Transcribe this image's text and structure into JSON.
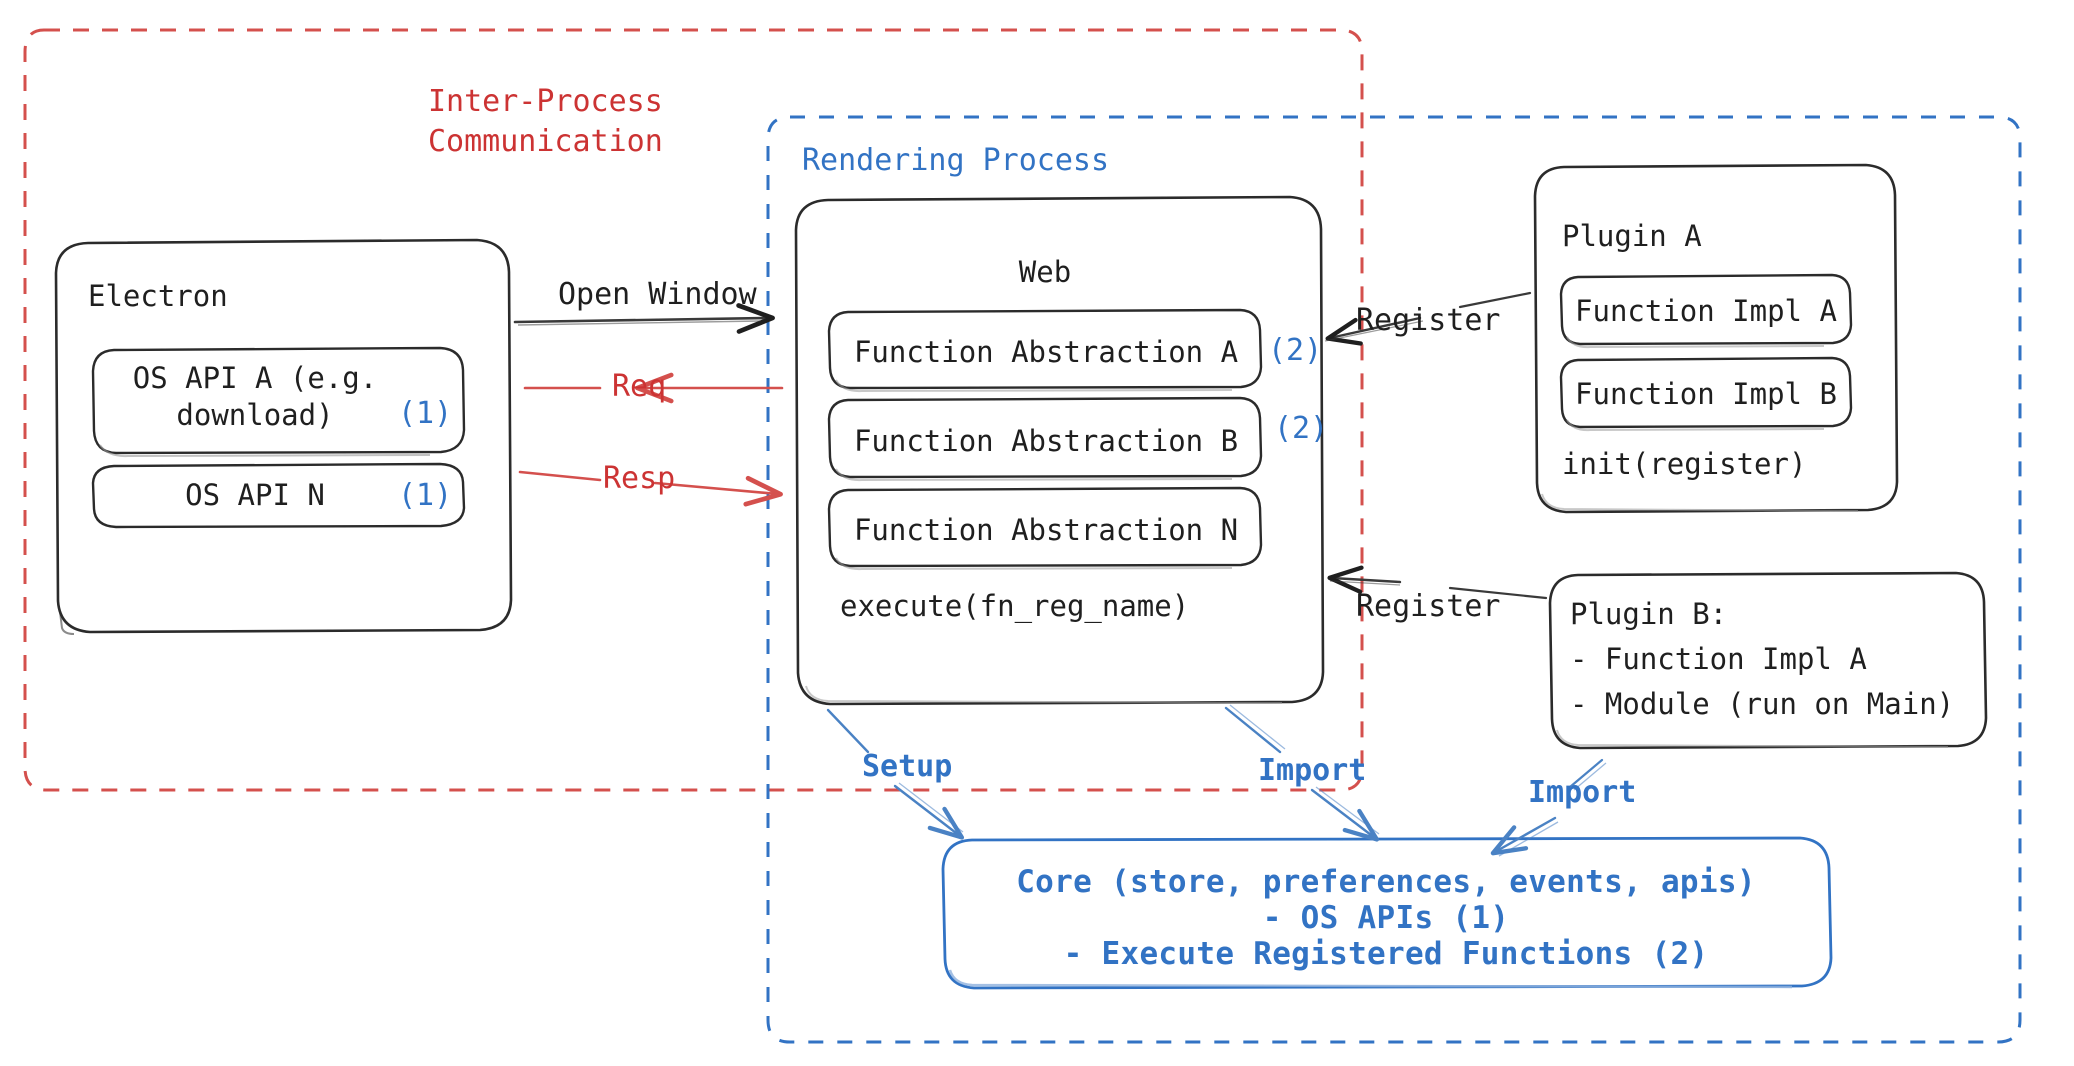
{
  "diagram": {
    "title_ipc": "Inter-Process\nCommunication",
    "title_rendering": "Rendering Process",
    "electron": {
      "title": "Electron",
      "items": [
        {
          "label": "OS API A (e.g.\ndownload)",
          "marker": "(1)"
        },
        {
          "label": "OS API N",
          "marker": "(1)"
        }
      ]
    },
    "web": {
      "title": "Web",
      "items": [
        {
          "label": "Function Abstraction A",
          "marker": "(2)"
        },
        {
          "label": "Function Abstraction B",
          "marker": "(2)"
        },
        {
          "label": "Function Abstraction N",
          "marker": ""
        }
      ],
      "footer": "execute(fn_reg_name)"
    },
    "plugin_a": {
      "title": "Plugin A",
      "items": [
        {
          "label": "Function Impl A"
        },
        {
          "label": "Function Impl B"
        }
      ],
      "footer": "init(register)"
    },
    "plugin_b": {
      "lines": [
        "Plugin B:",
        "- Function Impl A",
        "- Module (run on Main)"
      ]
    },
    "core": {
      "lines": [
        "Core (store, preferences, events, apis)",
        "- OS APIs (1)",
        "- Execute Registered Functions (2)"
      ]
    },
    "edges": [
      {
        "label": "Open Window",
        "color": "black"
      },
      {
        "label": "Req",
        "color": "red"
      },
      {
        "label": "Resp",
        "color": "red"
      },
      {
        "label": "Register",
        "color": "black"
      },
      {
        "label": "Register",
        "color": "black"
      },
      {
        "label": "Setup",
        "color": "blue"
      },
      {
        "label": "Import",
        "color": "blue"
      },
      {
        "label": "Import",
        "color": "blue"
      }
    ],
    "colors": {
      "red": "#cc3333",
      "blue": "#3273c4",
      "black": "#1f1f1f"
    }
  }
}
